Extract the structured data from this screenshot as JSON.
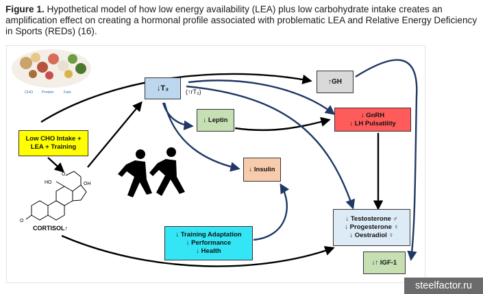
{
  "caption": {
    "label": "Figure 1.",
    "text": "Hypothetical model of how low energy availability (LEA) plus low carbohydrate intake creates an amplification effect on creating a hormonal profile associated with problematic LEA and Relative Energy Deficiency in Sports (REDs) (16)."
  },
  "food": {
    "cho_label": "CHO",
    "protein_label": "Protein",
    "fats_label": "Fats"
  },
  "nodes": {
    "low_cho": {
      "line1": "Low CHO Intake +",
      "line2": "LEA + Training"
    },
    "t3": {
      "label": "↓T₃"
    },
    "rt3": {
      "label": "(↑rT₃)"
    },
    "gh": {
      "label": "↑GH"
    },
    "leptin": {
      "label": "↓ Leptin"
    },
    "gnrh": {
      "line1": "↓  GnRH",
      "line2": "↓  LH Pulsatility"
    },
    "insulin": {
      "label": "↓ Insulin"
    },
    "training": {
      "line1": "↓  Training Adaptation",
      "line2": "↓  Performance",
      "line3": "↓  Health"
    },
    "sex_hormones": {
      "line1": "↓  Testosterone ♂",
      "line2": "↓  Progesterone ♀",
      "line3": "↓  Oestradiol ♀"
    },
    "igf1": {
      "label": "↓↑  IGF-1"
    },
    "cortisol": {
      "label": "CORTISOL↑",
      "ho": "HO",
      "oh": "OH",
      "o1": "O",
      "o2": "O"
    }
  },
  "colors": {
    "low_cho": "#ffff00",
    "t3": "#bdd7ee",
    "gh": "#d9d9d9",
    "leptin": "#c6e0b4",
    "gnrh": "#ff5b5b",
    "insulin": "#f8cbad",
    "training": "#33e5f5",
    "sex_hormones": "#ddebf7",
    "igf1": "#c6e0b4",
    "arrow_dark": "#000000",
    "arrow_navy": "#1f3864"
  },
  "watermark": {
    "text": "steelfactor.ru"
  }
}
